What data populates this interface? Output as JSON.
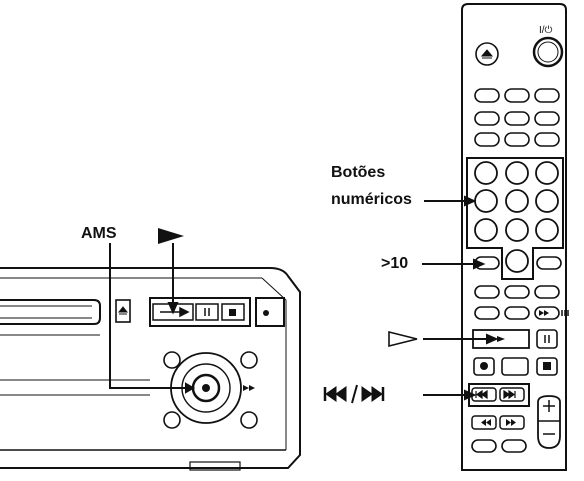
{
  "labels": {
    "ams": "AMS",
    "numeric_buttons_line1": "Botões",
    "numeric_buttons_line2": "numéricos",
    "greater_than_10": ">10",
    "play_symbol": "▷",
    "skip_symbol": "⏮ / ⏭",
    "deck_play_symbol": "►"
  },
  "remote": {
    "power_label": "I/⏻"
  },
  "icons": [
    "eject-icon",
    "power-icon",
    "play-icon",
    "pause-icon",
    "stop-icon",
    "record-icon",
    "rewind-icon",
    "fast-forward-icon",
    "prev-track-icon",
    "next-track-icon",
    "volume-plus-icon",
    "volume-minus-icon"
  ]
}
